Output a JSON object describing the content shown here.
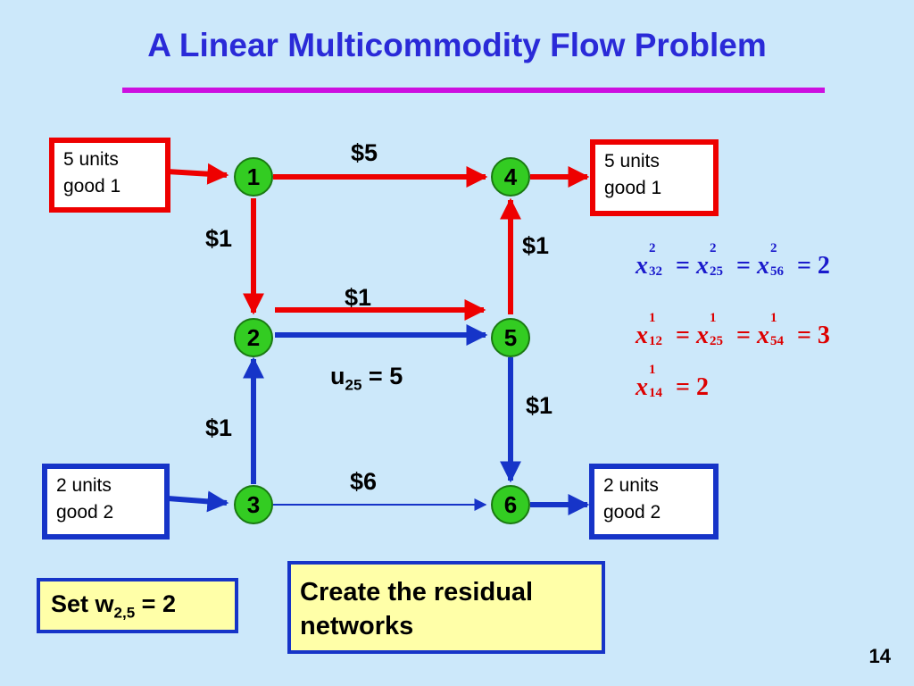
{
  "title": "A Linear Multicommodity Flow Problem",
  "supply_boxes": [
    {
      "line1": "5 units",
      "line2": "good 1"
    },
    {
      "line1": "5 units",
      "line2": "good 1"
    },
    {
      "line1": "2 units",
      "line2": "good 2"
    },
    {
      "line1": "2 units",
      "line2": "good 2"
    }
  ],
  "nodes": [
    "1",
    "2",
    "3",
    "4",
    "5",
    "6"
  ],
  "edge_costs": {
    "c14": "$5",
    "c12": "$1",
    "c54": "$1",
    "c25": "$1",
    "c32": "$1",
    "c56": "$1",
    "c36": "$6"
  },
  "capacity": {
    "u": "u",
    "sub": "25",
    "rest": " = 5"
  },
  "equations": {
    "good2": [
      {
        "var": "x",
        "sup": "2",
        "sub": "32"
      },
      {
        "var": "x",
        "sup": "2",
        "sub": "25"
      },
      {
        "var": "x",
        "sup": "2",
        "sub": "56"
      },
      {
        "value": "2"
      }
    ],
    "good1": [
      {
        "var": "x",
        "sup": "1",
        "sub": "12"
      },
      {
        "var": "x",
        "sup": "1",
        "sub": "25"
      },
      {
        "var": "x",
        "sup": "1",
        "sub": "54"
      },
      {
        "value": "3"
      }
    ],
    "good1b": [
      {
        "var": "x",
        "sup": "1",
        "sub": "14"
      },
      {
        "value": "2"
      }
    ],
    "eq_sign": "="
  },
  "set_label": {
    "prefix": "Set w",
    "sub": "2,5",
    "rest": " = 2"
  },
  "callout": {
    "line1": "Create the residual",
    "line2": "networks"
  },
  "page_number": "14",
  "colors": {
    "background": "#cce8fa",
    "title": "#2a2ad8",
    "rule": "#cc10e0",
    "good1": "#ee0000",
    "good2": "#1634c8",
    "node": "#33cc22",
    "callout_fill": "#ffffa8"
  }
}
